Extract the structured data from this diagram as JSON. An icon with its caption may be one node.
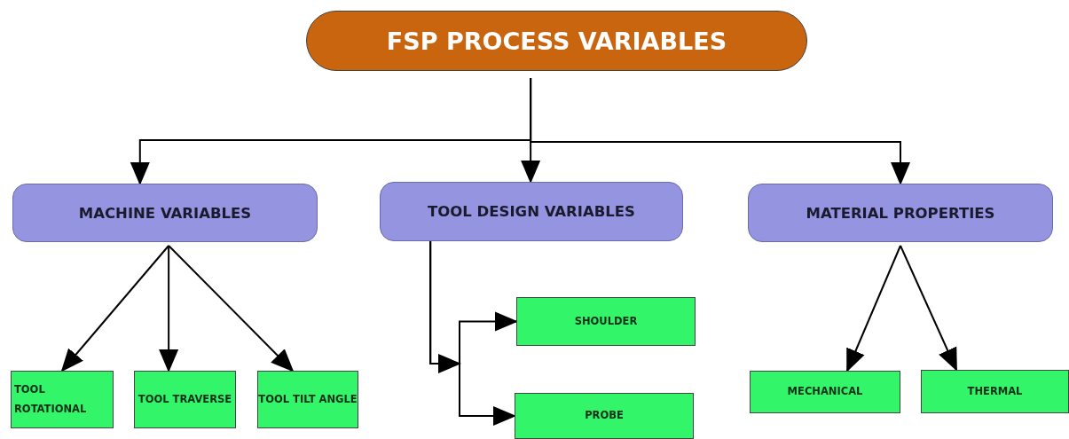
{
  "diagram": {
    "nodes": [
      {
        "text": [
          "FSP PROCESS VARIABLES"
        ]
      },
      {
        "text": [
          "MACHINE VARIABLES"
        ]
      },
      {
        "text": [
          "TOOL DESIGN VARIABLES"
        ]
      },
      {
        "text": [
          "MATERIAL PROPERTIES"
        ]
      },
      {
        "text": [
          "TOOL ROTATIONAL"
        ]
      },
      {
        "text": [
          "TOOL TRAVERSE"
        ]
      },
      {
        "text": [
          "TOOL TILT ANGLE"
        ]
      },
      {
        "text": [
          "SHOULDER"
        ]
      },
      {
        "text": [
          "PROBE"
        ]
      },
      {
        "text": [
          "MECHANICAL"
        ]
      },
      {
        "text": [
          "THERMAL"
        ]
      }
    ],
    "edges": [
      {
        "from": 0,
        "to": 1,
        "arrow": "to"
      },
      {
        "from": 0,
        "to": 2,
        "arrow": "to"
      },
      {
        "from": 0,
        "to": 3,
        "arrow": "to"
      },
      {
        "from": 1,
        "to": 4,
        "arrow": "to"
      },
      {
        "from": 1,
        "to": 5,
        "arrow": "to"
      },
      {
        "from": 1,
        "to": 6,
        "arrow": "to"
      },
      {
        "from": 2,
        "to": 7,
        "arrow": "to"
      },
      {
        "from": 2,
        "to": 8,
        "arrow": "to"
      },
      {
        "from": 3,
        "to": 9,
        "arrow": "to"
      },
      {
        "from": 3,
        "to": 10,
        "arrow": "to"
      }
    ]
  }
}
